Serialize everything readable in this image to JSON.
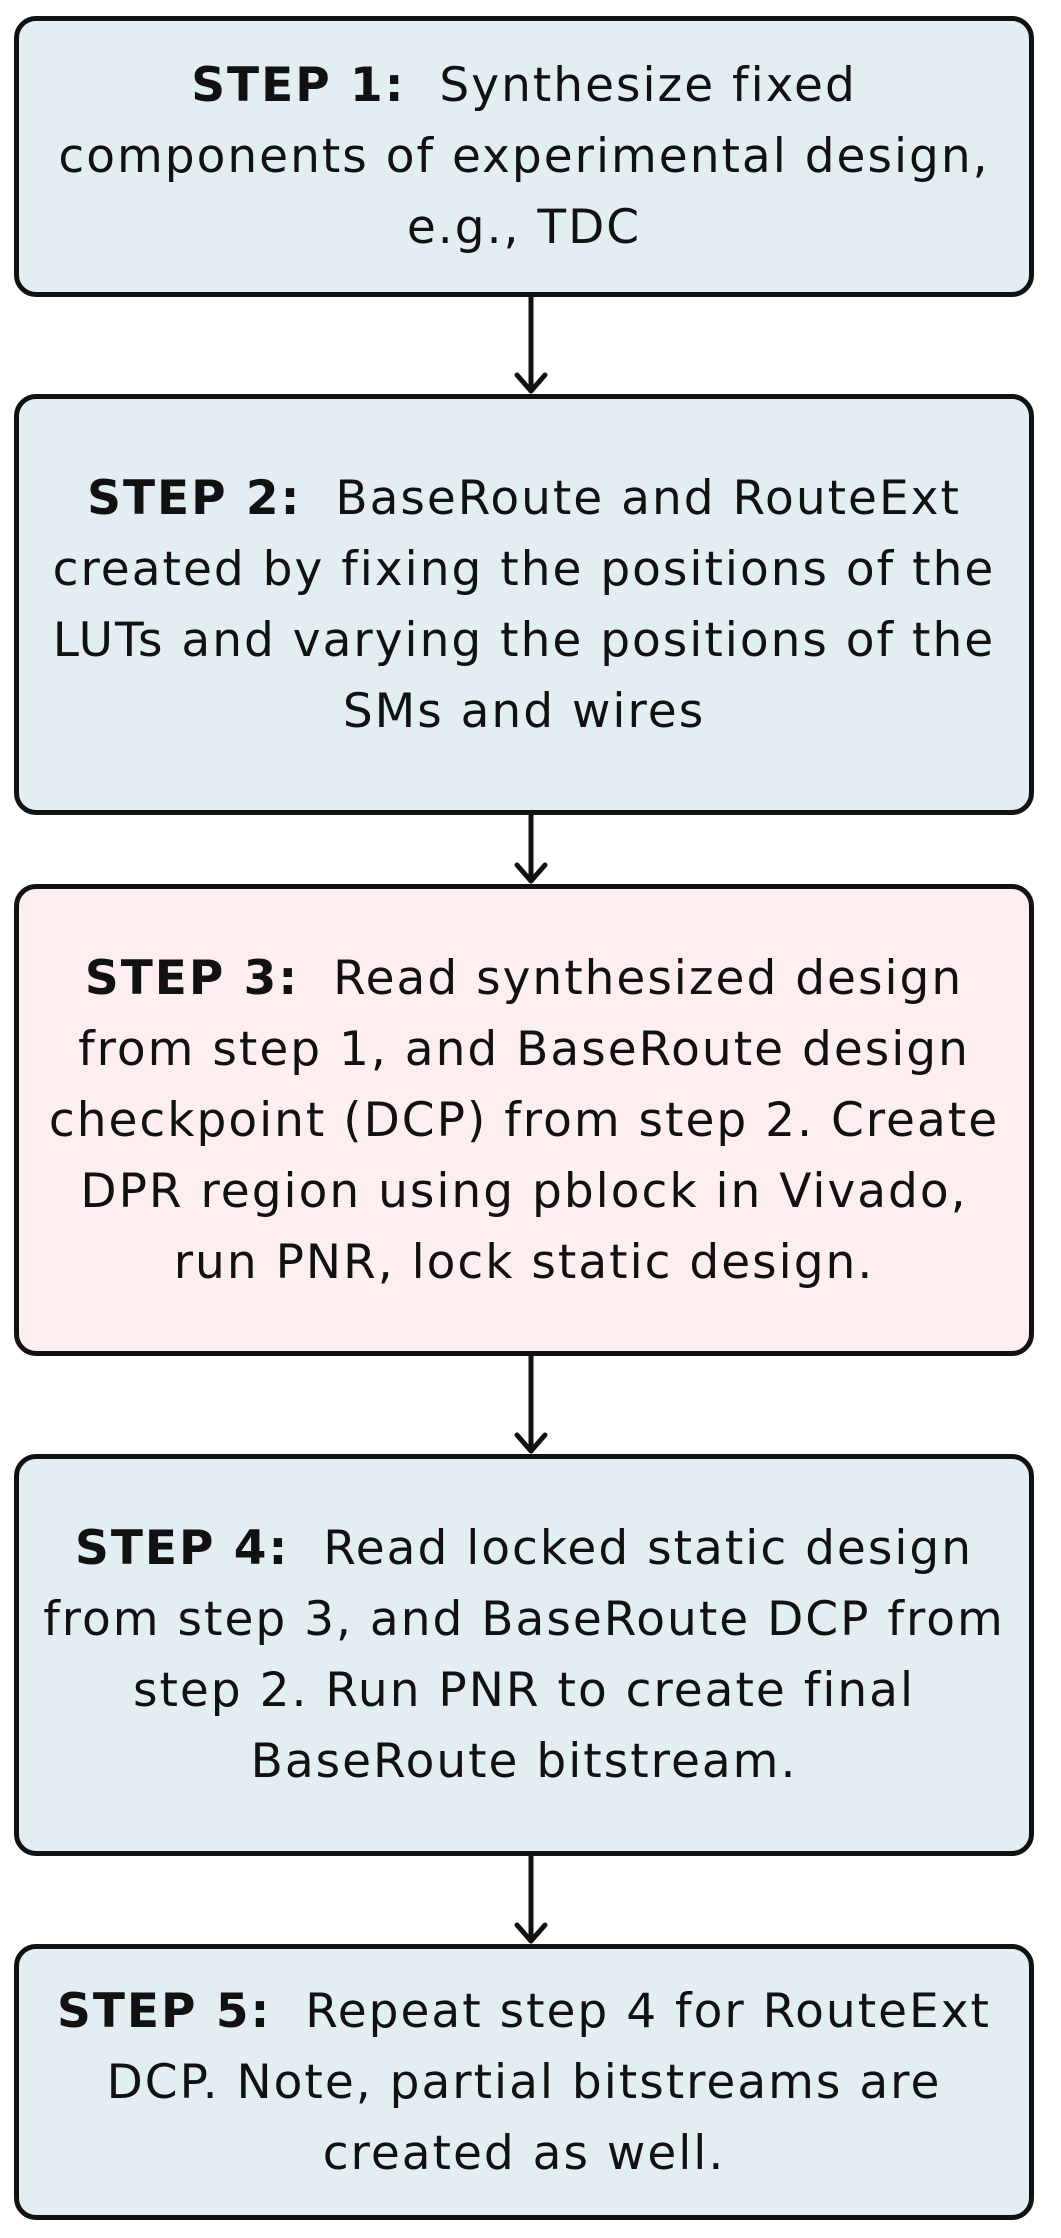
{
  "colors": {
    "default_fill": "#e3eef2",
    "highlight_fill": "#fdefef",
    "border": "#111111",
    "text": "#111111"
  },
  "steps": [
    {
      "label": "STEP 1:",
      "text": "Synthesize fixed components of experimental design, e.g., TDC",
      "highlight": false
    },
    {
      "label": "STEP 2:",
      "text": "BaseRoute and RouteExt created by fixing the positions of the LUTs and varying the positions of the SMs and wires",
      "highlight": false
    },
    {
      "label": "STEP 3:",
      "text": "Read synthesized design from step 1, and BaseRoute design checkpoint (DCP) from step 2. Create DPR region using pblock in Vivado, run PNR, lock static design.",
      "highlight": true
    },
    {
      "label": "STEP 4:",
      "text": "Read locked static design from step 3, and BaseRoute DCP from step 2. Run PNR to create final BaseRoute bitstream.",
      "highlight": false
    },
    {
      "label": "STEP 5:",
      "text": "Repeat step 4 for RouteExt DCP. Note, partial bitstreams are created as well.",
      "highlight": false
    }
  ]
}
